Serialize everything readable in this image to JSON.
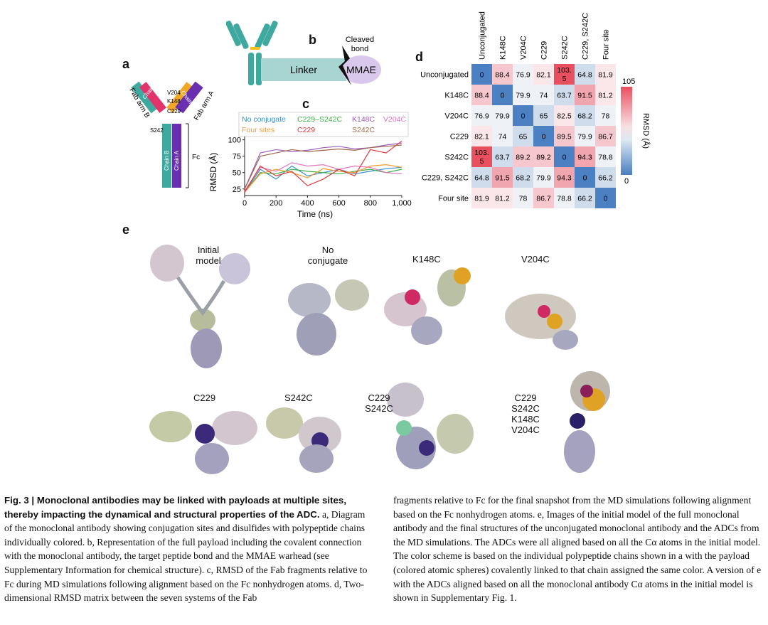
{
  "panels": {
    "a": "a",
    "b": "b",
    "c": "c",
    "d": "d",
    "e": "e"
  },
  "panel_a": {
    "chain_labels": [
      "Chain B",
      "Chain A",
      "Chain A",
      "Chain B"
    ],
    "fab_arm_a": "Fab arm A",
    "fab_arm_b": "Fab arm B",
    "fc": "Fc",
    "sites": [
      "V204",
      "K148",
      "C229",
      "S242"
    ]
  },
  "panel_b": {
    "linker": "Linker",
    "cleaved_bond": [
      "Cleaved",
      "bond"
    ],
    "mmae": "MMAE"
  },
  "panel_c": {
    "legend": [
      {
        "label": "No conjugate",
        "color": "#3a8fd1"
      },
      {
        "label": "C229–S242C",
        "color": "#3fae49"
      },
      {
        "label": "K148C",
        "color": "#9b5fc0"
      },
      {
        "label": "V204C",
        "color": "#e377c2"
      },
      {
        "label": "Four sites",
        "color": "#f59a30"
      },
      {
        "label": "C229",
        "color": "#e03a3a"
      },
      {
        "label": "S242C",
        "color": "#a0674b"
      }
    ],
    "xlabel": "Time (ns)",
    "ylabel": "RMSD (Å)",
    "xticks": [
      "0",
      "200",
      "400",
      "600",
      "800",
      "1,000"
    ],
    "yticks": [
      "25",
      "50",
      "75",
      "100"
    ]
  },
  "panel_d": {
    "labels": [
      "Unconjugated",
      "K148C",
      "V204C",
      "C229",
      "S242C",
      "C229, S242C",
      "Four site"
    ],
    "matrix": [
      [
        "0",
        "88.4",
        "76.9",
        "82.1",
        "103.5",
        "64.8",
        "81.9"
      ],
      [
        "88.4",
        "0",
        "79.9",
        "74",
        "63.7",
        "91.5",
        "81.2"
      ],
      [
        "76.9",
        "79.9",
        "0",
        "65",
        "82.5",
        "68.2",
        "78"
      ],
      [
        "82.1",
        "74",
        "65",
        "0",
        "89.5",
        "79.9",
        "86.7"
      ],
      [
        "103.5",
        "63.7",
        "89.2",
        "89.2",
        "0",
        "94.3",
        "78.8"
      ],
      [
        "64.8",
        "91.5",
        "68.2",
        "79.9",
        "94.3",
        "0",
        "66.2"
      ],
      [
        "81.9",
        "81.2",
        "78",
        "86.7",
        "78.8",
        "66.2",
        "0"
      ]
    ],
    "colorbar_max": "105",
    "colorbar_min": "0",
    "colorbar_label": "RMSD (Å)"
  },
  "panel_e": {
    "labels": [
      "Initial model",
      "No conjugate",
      "K148C",
      "V204C",
      "C229",
      "S242C",
      "C229 S242C",
      "C229 S242C K148C V204C"
    ]
  },
  "caption": {
    "title": "Fig. 3 | Monoclonal antibodies may be linked with payloads at multiple sites, thereby impacting the dynamical and structural properties of the ADC.",
    "left": "a, Diagram of the monoclonal antibody showing conjugation sites and disulfides with polypeptide chains individually colored. b, Representation of the full payload including the covalent connection with the monoclonal antibody, the target peptide bond and the MMAE warhead (see Supplementary Information for chemical structure). c, RMSD of the Fab fragments relative to Fc during MD simulations following alignment based on the Fc nonhydrogen atoms. d, Two-dimensional RMSD matrix between the seven systems of the Fab",
    "right": "fragments relative to Fc for the final snapshot from the MD simulations following alignment based on the Fc nonhydrogen atoms. e, Images of the initial model of the full monoclonal antibody and the final structures of the unconjugated monoclonal antibody and the ADCs from the MD simulations. The ADCs were all aligned based on all the Cα atoms in the initial model. The color scheme is based on the individual polypeptide chains shown in a with the payload (colored atomic spheres) covalently linked to that chain assigned the same color. A version of e with the ADCs aligned based on all the monoclonal antibody Cα atoms in the initial model is shown in Supplementary Fig. 1."
  }
}
